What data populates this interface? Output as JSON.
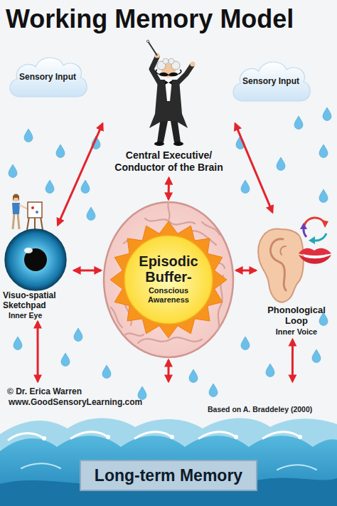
{
  "diagram": {
    "title": "Working Memory Model",
    "nodes": [
      {
        "text": [
          "Sensory Input"
        ]
      },
      {
        "text": [
          "Sensory Input"
        ]
      },
      {
        "text": [
          "Central Executive/ Conductor of the Brain"
        ]
      },
      {
        "text": [
          "Visuo-spatial Sketchpad",
          "Inner Eye"
        ]
      },
      {
        "text": [
          "Episodic Buffer-",
          "Conscious Awareness"
        ]
      },
      {
        "text": [
          "Phonological Loop",
          "Inner Voice"
        ]
      },
      {
        "text": [
          "Long-term Memory"
        ]
      }
    ],
    "edges": [
      {
        "from": 2,
        "to": 3,
        "arrow": "both"
      },
      {
        "from": 2,
        "to": 4,
        "arrow": "both"
      },
      {
        "from": 2,
        "to": 5,
        "arrow": "both"
      },
      {
        "from": 3,
        "to": 4,
        "arrow": "both"
      },
      {
        "from": 4,
        "to": 5,
        "arrow": "both"
      },
      {
        "from": 3,
        "to": 6,
        "arrow": "both"
      },
      {
        "from": 4,
        "to": 6,
        "arrow": "both"
      },
      {
        "from": 5,
        "to": 6,
        "arrow": "both"
      }
    ],
    "labels": [
      "© Dr. Erica Warren",
      "www.GoodSensoryLearning.com",
      "Based on A. Braddeley (2000)"
    ]
  }
}
